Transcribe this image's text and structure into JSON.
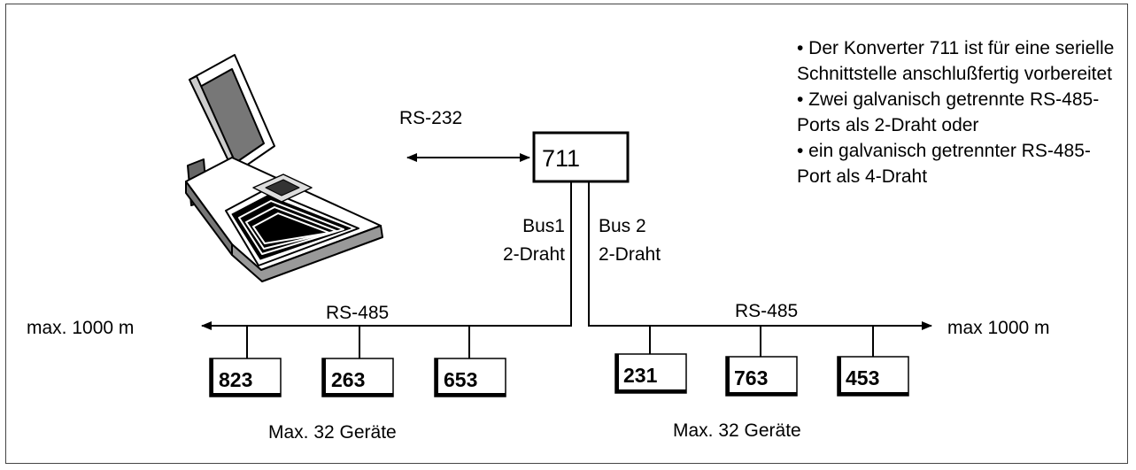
{
  "converter": {
    "label": "711"
  },
  "links": {
    "rs232": "RS-232",
    "bus1_name": "Bus1",
    "bus1_type": "2-Draht",
    "bus2_name": "Bus 2",
    "bus2_type": "2-Draht"
  },
  "left_bus": {
    "label": "RS-485",
    "range": "max. 1000 m",
    "devices": [
      "823",
      "263",
      "653"
    ],
    "caption": "Max. 32 Geräte"
  },
  "right_bus": {
    "label": "RS-485",
    "range": "max 1000 m",
    "devices": [
      "231",
      "763",
      "453"
    ],
    "caption": "Max. 32 Geräte"
  },
  "notes": [
    "• Der Konverter 711 ist für eine serielle Schnittstelle anschlußfertig vorbereitet",
    "• Zwei galvanisch getrennte RS-485-Ports als 2-Draht oder",
    "• ein galvanisch getrennter RS-485-Port als 4-Draht"
  ],
  "icons": {
    "computer": "laptop-icon"
  }
}
